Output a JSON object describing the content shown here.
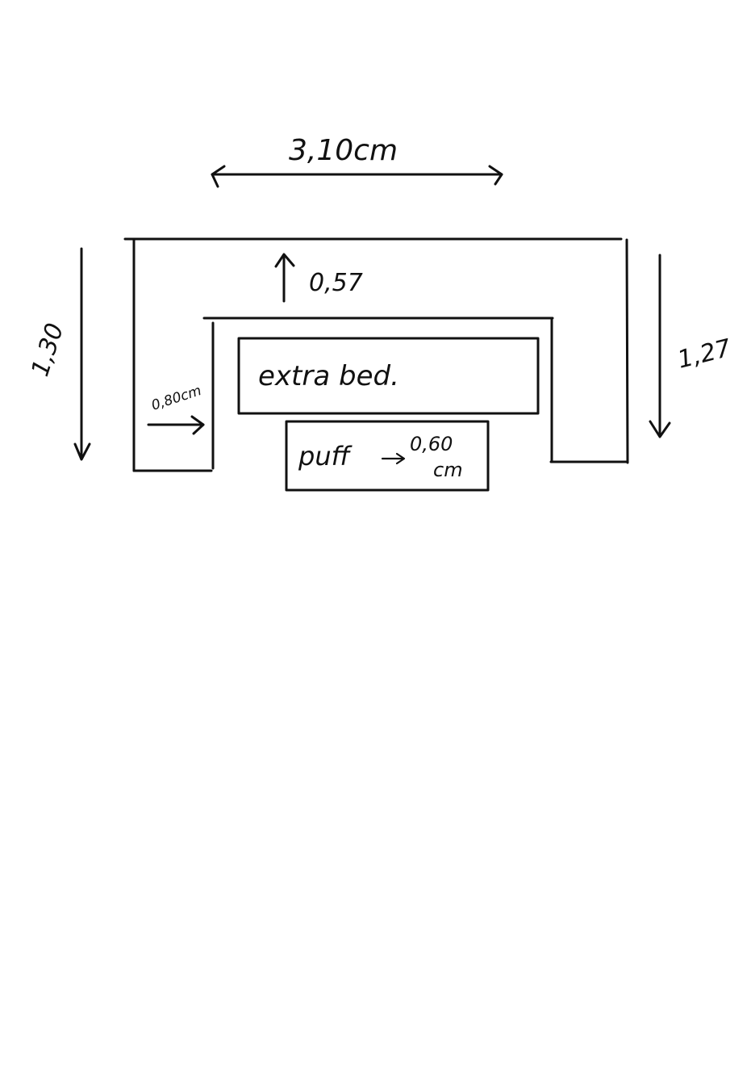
{
  "sketch": {
    "overall_width": "3,10cm",
    "left_depth": "1,30",
    "right_depth": "1,27",
    "inner_gap": "0,57",
    "left_arm_width": "0,80cm",
    "extra_bed_label": "extra bed.",
    "puff_label": "puff",
    "puff_size_value": "0,60",
    "puff_size_unit": "cm"
  }
}
